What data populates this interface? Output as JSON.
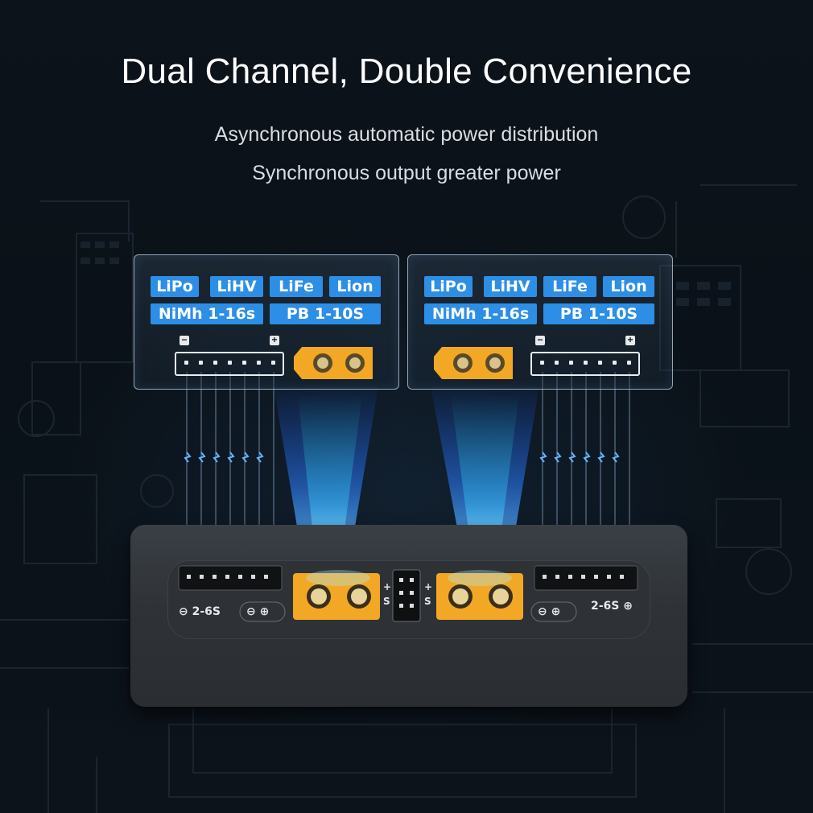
{
  "headline": "Dual Channel, Double Convenience",
  "subtitle_1": "Asynchronous automatic power distribution",
  "subtitle_2": "Synchronous output greater power",
  "channel_left": {
    "tags": [
      "LiPo",
      "LiHV",
      "LiFe",
      "Lion",
      "NiMh 1-16s",
      "PB 1-10S"
    ],
    "minus": "−",
    "plus": "+"
  },
  "channel_right": {
    "tags": [
      "LiPo",
      "LiHV",
      "LiFe",
      "Lion",
      "NiMh 1-16s",
      "PB 1-10S"
    ],
    "minus": "−",
    "plus": "+"
  },
  "device": {
    "left_range": "2-6S",
    "right_range": "2-6S",
    "center_plus_left": "+",
    "center_s_left": "S",
    "center_plus_right": "+",
    "center_s_right": "S"
  },
  "colors": {
    "tag_blue": "#2d8ee6",
    "connector_yellow": "#f2a825",
    "beam_cyan": "#39c6ff"
  }
}
